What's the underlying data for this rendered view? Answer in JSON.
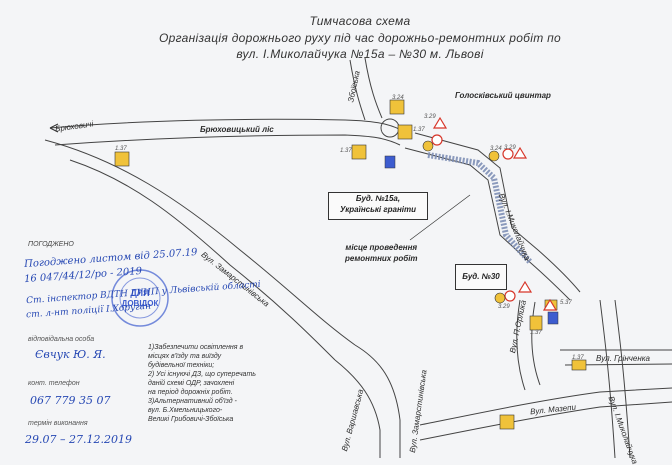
{
  "header": {
    "title_line1": "Тимчасова схема",
    "title_line2": "Організація дорожнього руху під час дорожньо-ремонтних робіт по",
    "title_line3": "вул. І.Миколайчука №15а – №30 м. Львові"
  },
  "map": {
    "labels": {
      "breukhovychi": "Брюховичі",
      "zboryska": "Збоїська",
      "holoskivskyi": "Голосківський цвинтар",
      "forest": "Брюховицький ліс",
      "zamarstynivska_diag": "Вул. Замарстинівська",
      "mykolaichuka_top": "Вул. І.Миколайчука",
      "mykolaichuka_bottom": "Вул. І.Миколайчука",
      "orlyka": "Вул. П.Орлика",
      "grinchenka": "Вул. Грінченка",
      "mazepy": "Вул. Мазепи",
      "varshavska": "Вул. Варшавська",
      "zamarstynivska_bottom": "Вул. Замарстинівська",
      "work_place_line1": "місце проведення",
      "work_place_line2": "ремонтних робіт"
    },
    "building_15a": {
      "line1": "Буд. №15а,",
      "line2": "Українські граніти"
    },
    "building_30": "Буд. №30",
    "colors": {
      "road": "#3a3a3a",
      "work_zone": "#7e8fb5",
      "sign_yellow": "#f0c23a",
      "sign_red": "#d7362a",
      "stamp_blue": "#3d5ccf"
    }
  },
  "approval": {
    "heading": "ПОГОДЖЕНО",
    "line1": "Погоджено листом від 25.07.19",
    "line2": "16 047/44/12/ро - 2019",
    "line3": "Ст. інспектор ВДТН ГУНП у Львівській області",
    "line4": "ст. л-нт поліції І.Хоруган",
    "stamp_text_1": "ДЛЯ",
    "stamp_text_2": "ДОВІДОК",
    "responsible_label": "відповідальна особа",
    "responsible_value": "Євчук Ю. Я.",
    "phone_label": "конт. телефон",
    "phone_value": "067 779 35 07",
    "term_label": "термін виконання",
    "term_value": "29.07 – 27.12.2019"
  },
  "notes": {
    "note1a": "1)Забезпечити освітлення в",
    "note1b": "місцях в'їзду та виїзду",
    "note1c": "будівельної техніки;",
    "note2a": "2) Усі існуючі ДЗ, що суперечать",
    "note2b": "даній схемі ОДР, зачохлені",
    "note2c": "на період дорожніх робіт.",
    "note3a": "3)Альтернативний об'їзд -",
    "note3b": "вул. Б.Хмельницького-",
    "note3c": "Великі Грибовичі-Збоїська"
  },
  "sign_codes": {
    "s1": "1.37",
    "s2": "3.24",
    "s3": "1.37",
    "s4": "3.29",
    "s5": "1.37",
    "s6": "3.24",
    "s7": "3.29",
    "s8": "1.37",
    "s9": "1.37",
    "s10": "3.29",
    "s11": "5.37"
  }
}
